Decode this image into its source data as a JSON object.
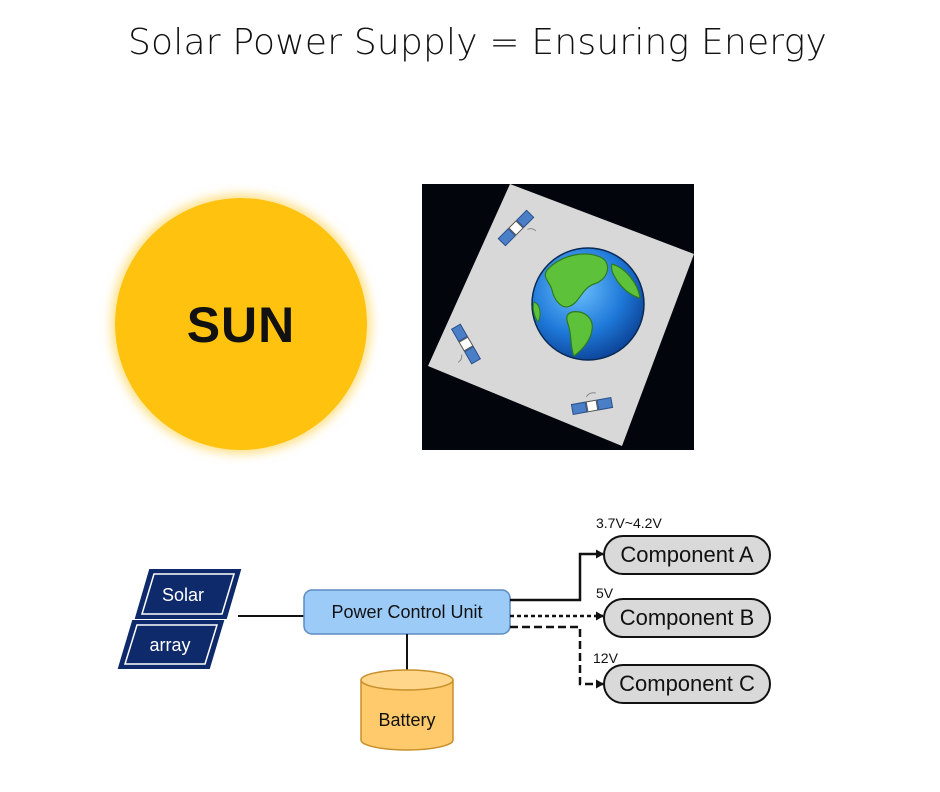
{
  "title": "Solar Power Supply = Ensuring Energy",
  "sun": {
    "label": "SUN"
  },
  "diagram": {
    "solar_array": {
      "line1": "Solar",
      "line2": "array"
    },
    "power_control_unit": "Power Control Unit",
    "battery": "Battery",
    "components": [
      {
        "label": "Component A",
        "voltage": "3.7V~4.2V"
      },
      {
        "label": "Component B",
        "voltage": "5V"
      },
      {
        "label": "Component C",
        "voltage": "12V"
      }
    ]
  },
  "colors": {
    "sun": "#FFC20E",
    "space": "#02050c",
    "solar_panel": "#0F2A6B",
    "pcu_fill": "#9DCBF7",
    "battery_fill": "#FFCA6B",
    "component_fill": "#D9D9D9"
  }
}
